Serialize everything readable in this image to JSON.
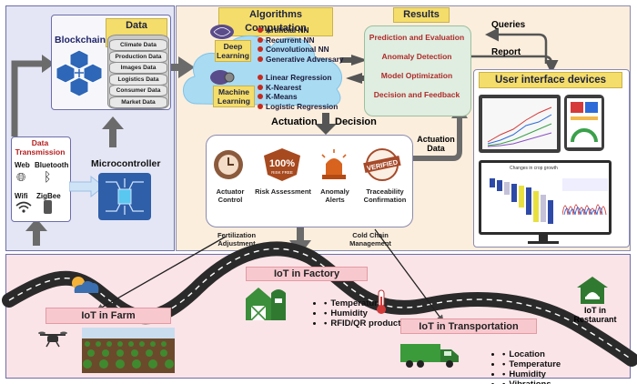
{
  "left_panel": {
    "blockchain_label": "Blockchain",
    "data_collection_title": "Data Collection",
    "data_items": [
      "Climate Data",
      "Production Data",
      "Images Data",
      "Logistics Data",
      "Consumer Data",
      "Market Data"
    ],
    "transmission_title": "Data Transmission",
    "web_label": "Web",
    "bluetooth_label": "Bluetooth",
    "wifi_label": "Wifi",
    "zigbee_label": "ZigBee",
    "microcontroller_label": "Microcontroller"
  },
  "algorithms": {
    "title": "Algorithms Computation",
    "deep_learning": "Deep Learning",
    "dl_methods": [
      "Artificial NN",
      "Recurrent NN",
      "Convolutional NN",
      "Generative Adversary"
    ],
    "machine_learning": "Machine Learning",
    "ml_methods": [
      "Linear Regression",
      "K-Nearest",
      "K-Means",
      "Logistic Regression"
    ]
  },
  "results": {
    "title": "Results",
    "items": [
      "Prediction and Evaluation",
      "Anomaly Detection",
      "Model Optimization",
      "Decision and Feedback"
    ],
    "queries_label": "Queries",
    "report_label": "Report"
  },
  "user_interface": {
    "title": "User interface devices",
    "chart_caption": "Changes in crop growth"
  },
  "actuation": {
    "title_left": "Actuation",
    "title_right": "Decision",
    "actuation_data": "Actuation Data",
    "icons": [
      {
        "label": "Actuator Control",
        "icon": "clock-icon"
      },
      {
        "label": "Risk Assessment",
        "icon": "risk-badge-icon",
        "badge_text": "100%",
        "badge_sub": "RISK FREE"
      },
      {
        "label": "Anomaly Alerts",
        "icon": "siren-icon"
      },
      {
        "label": "Traceability Confirmation",
        "icon": "verified-stamp-icon",
        "stamp_text": "VERIFIED"
      }
    ],
    "fertilization": "Fertilization Adjustment",
    "cold_chain": "Cold Chain Management"
  },
  "bottom": {
    "farm_label": "IoT in Farm",
    "factory_label": "IoT in Factory",
    "factory_items": [
      "Temperature",
      "Humidity",
      "RFID/QR product tracking"
    ],
    "transport_label": "IoT in Transportation",
    "transport_items": [
      "Location",
      "Temperature",
      "Humidity",
      "Vibrations"
    ],
    "restaurant_label": "IoT in Restaurant"
  },
  "colors": {
    "arrow": "#5f5f5f",
    "header_yellow": "#f4dd6a",
    "label_red": "#b51d1d",
    "cloud_blue": "#a9dbf3"
  }
}
